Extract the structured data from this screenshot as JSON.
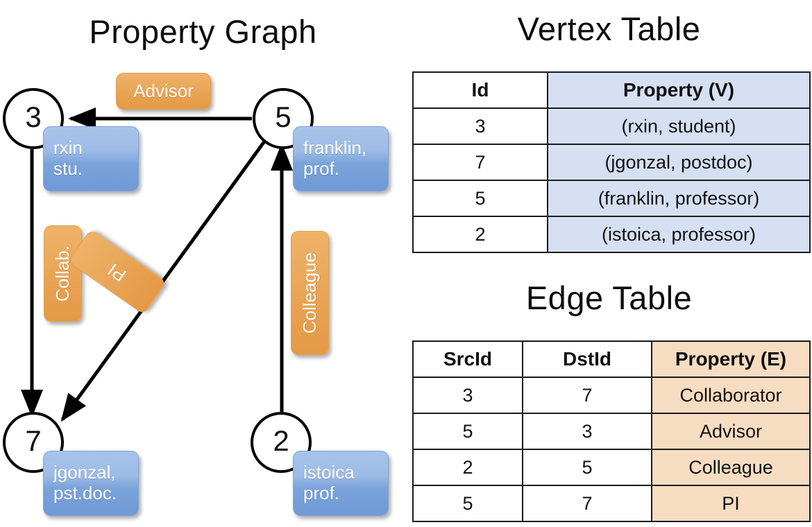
{
  "titles": {
    "graph": "Property Graph",
    "vertex_table": "Vertex Table",
    "edge_table": "Edge Table"
  },
  "graph": {
    "nodes": [
      {
        "id": "3",
        "property_label": "rxin\nstu."
      },
      {
        "id": "5",
        "property_label": "franklin,\nprof."
      },
      {
        "id": "7",
        "property_label": "jgonzal,\npst.doc."
      },
      {
        "id": "2",
        "property_label": "istoica\nprof."
      }
    ],
    "edge_labels": [
      {
        "name": "advisor",
        "text": "Advisor"
      },
      {
        "name": "collab",
        "text": "Collab."
      },
      {
        "name": "pi",
        "text": "PI"
      },
      {
        "name": "colleague",
        "text": "Colleague"
      }
    ]
  },
  "vertex_table": {
    "headers": [
      "Id",
      "Property (V)"
    ],
    "rows": [
      [
        "3",
        "(rxin, student)"
      ],
      [
        "7",
        "(jgonzal, postdoc)"
      ],
      [
        "5",
        "(franklin, professor)"
      ],
      [
        "2",
        "(istoica, professor)"
      ]
    ]
  },
  "edge_table": {
    "headers": [
      "SrcId",
      "DstId",
      "Property (E)"
    ],
    "rows": [
      [
        "3",
        "7",
        "Collaborator"
      ],
      [
        "5",
        "3",
        "Advisor"
      ],
      [
        "2",
        "5",
        "Colleague"
      ],
      [
        "5",
        "7",
        "PI"
      ]
    ]
  },
  "colors": {
    "vertex_property_bg": "#d6e0f2",
    "edge_property_bg": "#f6ddc2",
    "node_label_blue": "#9dbbe6",
    "edge_label_orange": "#eaa95c",
    "border": "#1a1a1a"
  }
}
